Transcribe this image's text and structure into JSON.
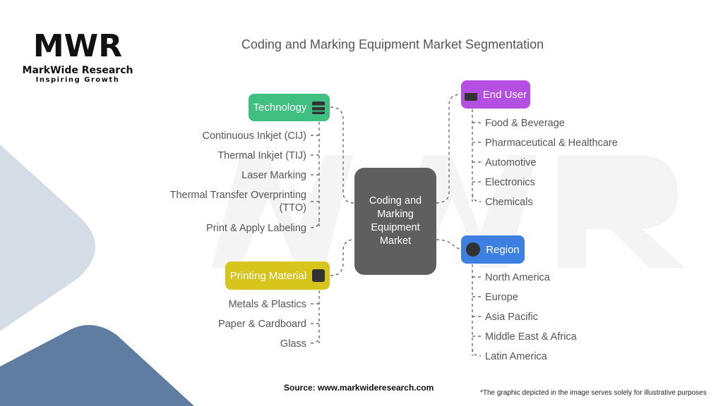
{
  "title": "Coding and Marking Equipment Market Segmentation",
  "logo": {
    "mark": "MWR",
    "brand": "MarkWide Research",
    "tagline": "Inspiring Growth"
  },
  "center": "Coding and Marking Equipment Market",
  "segments": {
    "technology": {
      "label": "Technology",
      "color": "#3fbf81",
      "icon": "robot-arm-icon",
      "items": [
        "Continuous Inkjet (CIJ)",
        "Thermal Inkjet (TIJ)",
        "Laser Marking",
        "Thermal Transfer Overprinting (TTO)",
        "Print & Apply Labeling"
      ]
    },
    "printing_material": {
      "label": "Printing Material",
      "color": "#d6c51d",
      "icon": "containers-icon",
      "items": [
        "Metals & Plastics",
        "Paper & Cardboard",
        "Glass"
      ]
    },
    "end_user": {
      "label": "End User",
      "color": "#b44fe2",
      "icon": "factory-icon",
      "items": [
        "Food & Beverage",
        "Pharmaceutical & Healthcare",
        "Automotive",
        "Electronics",
        "Chemicals"
      ]
    },
    "region": {
      "label": "Region",
      "color": "#3e80e2",
      "icon": "globe-icon",
      "items": [
        "North America",
        "Europe",
        "Asia Pacific",
        "Middle East & Africa",
        "Latin America"
      ]
    }
  },
  "footer": {
    "source": "Source: www.markwideresearch.com",
    "disclaimer": "*The graphic depicted in the image serves solely for illustrative purposes"
  }
}
